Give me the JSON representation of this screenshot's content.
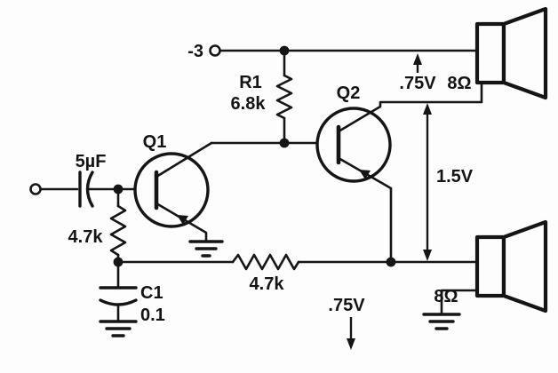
{
  "schematic": {
    "power": {
      "supply_label": "-3"
    },
    "transistors": {
      "q1_label": "Q1",
      "q2_label": "Q2"
    },
    "resistors": {
      "r1_name": "R1",
      "r1_value": "6.8k",
      "input_bias_value": "4.7k",
      "feedback_value": "4.7k"
    },
    "capacitors": {
      "input_value": "5µF",
      "c1_name": "C1",
      "c1_value": "0.1"
    },
    "speakers": {
      "top_impedance": "8Ω",
      "bottom_impedance": "8Ω"
    },
    "voltages": {
      "top_speaker_drop": ".75V",
      "collector_to_rail": "1.5V",
      "emitter_rail": ".75V"
    }
  }
}
